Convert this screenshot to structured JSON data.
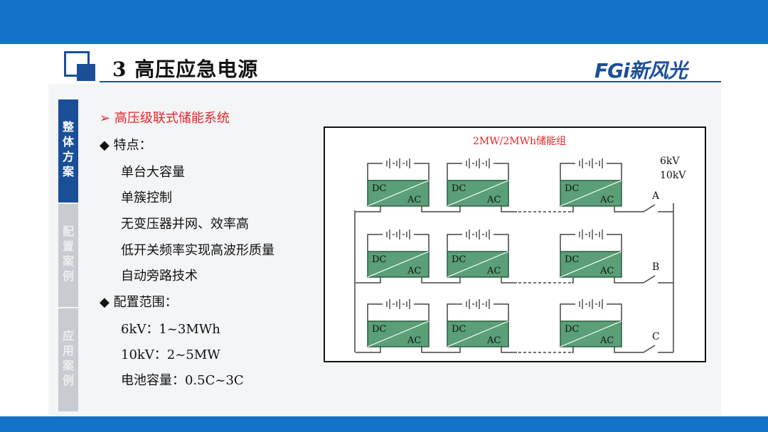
{
  "header": {
    "title": "3 高压应急电源",
    "brand": "FGi新风光"
  },
  "side_nav": [
    {
      "label": [
        "整",
        "体",
        "方",
        "案"
      ],
      "active": true
    },
    {
      "label": [
        "配",
        "置",
        "案",
        "例"
      ],
      "active": false
    },
    {
      "label": [
        "应",
        "用",
        "案",
        "例"
      ],
      "active": false
    }
  ],
  "content": {
    "subtitle_marker": "➢",
    "subtitle": "高压级联式储能系统",
    "bullet_marker": "◆",
    "features_heading": "特点：",
    "features": [
      "单台大容量",
      "单簇控制",
      "无变压器并网、效率高",
      "低开关频率实现高波形质量",
      "自动旁路技术"
    ],
    "range_heading": "配置范围：",
    "ranges": [
      "6kV：1~3MWh",
      "10kV：2~5MW",
      "电池容量：0.5C~3C"
    ]
  },
  "diagram": {
    "caption": "2MW/2MWh储能组",
    "voltages": [
      "6kV",
      "10kV"
    ],
    "phases": [
      "A",
      "B",
      "C"
    ],
    "module_dc": "DC",
    "module_ac": "AC",
    "colors": {
      "module_fill": "#5a9f77",
      "module_stroke": "#2b5e3f",
      "caption": "#e8242b",
      "wire": "#444444"
    }
  }
}
